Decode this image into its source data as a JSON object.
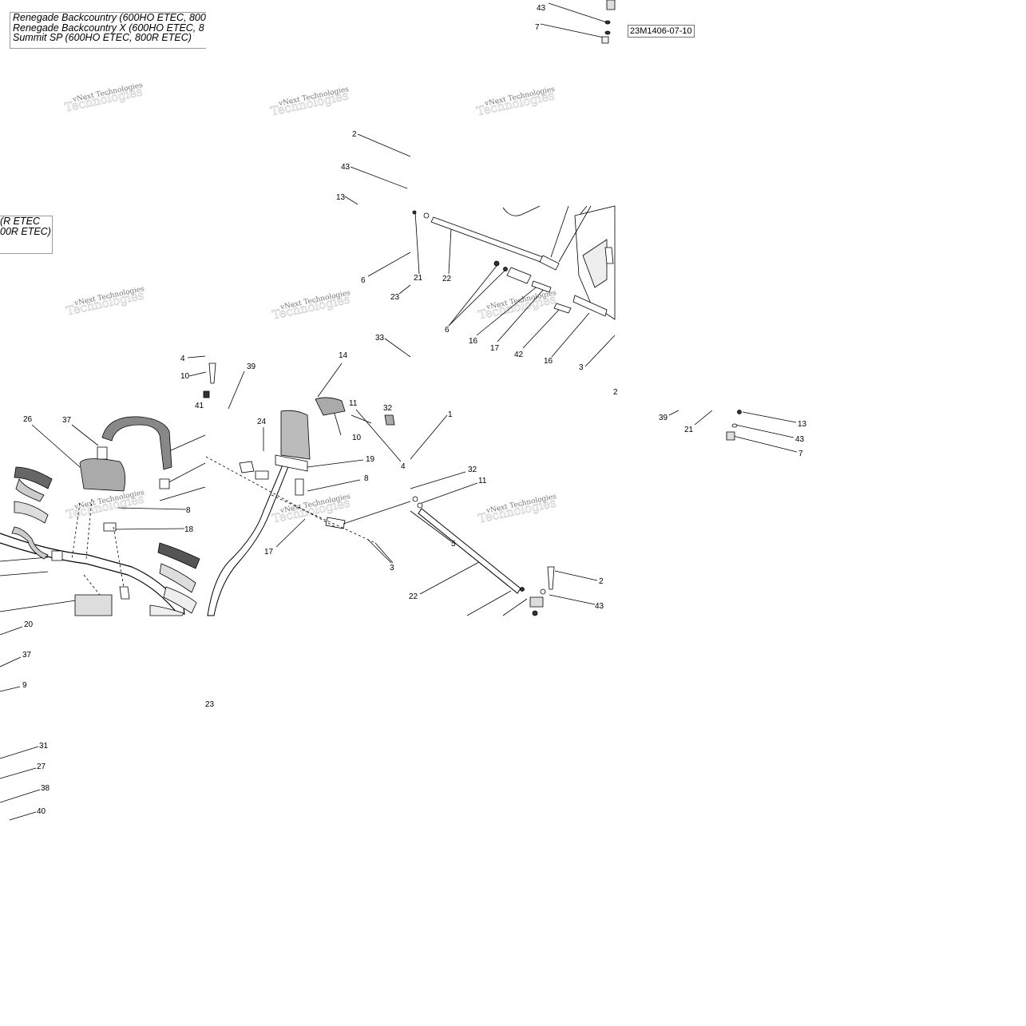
{
  "legend_top": [
    "Renegade Backcountry (600HO ETEC, 800",
    "Renegade Backcountry X (600HO ETEC, 8",
    "Summit SP (600HO ETEC, 800R ETEC)"
  ],
  "legend_left": [
    "R ETEC)",
    "00R ETEC)"
  ],
  "diagram_code": "23M1406-07-10",
  "watermark": "vNext Technologies",
  "callouts": [
    {
      "id": "c-43a",
      "text": "43"
    },
    {
      "id": "c-7a",
      "text": "7"
    },
    {
      "id": "c-2a",
      "text": "2"
    },
    {
      "id": "c-43b",
      "text": "43"
    },
    {
      "id": "c-13a",
      "text": "13"
    },
    {
      "id": "c-6a",
      "text": "6"
    },
    {
      "id": "c-21a",
      "text": "21"
    },
    {
      "id": "c-22a",
      "text": "22"
    },
    {
      "id": "c-23a",
      "text": "23"
    },
    {
      "id": "c-6b",
      "text": "6"
    },
    {
      "id": "c-16a",
      "text": "16"
    },
    {
      "id": "c-17a",
      "text": "17"
    },
    {
      "id": "c-42",
      "text": "42"
    },
    {
      "id": "c-16b",
      "text": "16"
    },
    {
      "id": "c-3a",
      "text": "3"
    },
    {
      "id": "c-2b",
      "text": "2"
    },
    {
      "id": "c-33",
      "text": "33"
    },
    {
      "id": "c-4a",
      "text": "4"
    },
    {
      "id": "c-10a",
      "text": "10"
    },
    {
      "id": "c-41",
      "text": "41"
    },
    {
      "id": "c-39a",
      "text": "39"
    },
    {
      "id": "c-14",
      "text": "14"
    },
    {
      "id": "c-11a",
      "text": "11"
    },
    {
      "id": "c-32a",
      "text": "32"
    },
    {
      "id": "c-10b",
      "text": "10"
    },
    {
      "id": "c-1",
      "text": "1"
    },
    {
      "id": "c-4b",
      "text": "4"
    },
    {
      "id": "c-26",
      "text": "26"
    },
    {
      "id": "c-37a",
      "text": "37"
    },
    {
      "id": "c-24",
      "text": "24"
    },
    {
      "id": "c-19",
      "text": "19"
    },
    {
      "id": "c-8a",
      "text": "8"
    },
    {
      "id": "c-32b",
      "text": "32"
    },
    {
      "id": "c-11b",
      "text": "11"
    },
    {
      "id": "c-8b",
      "text": "8"
    },
    {
      "id": "c-18",
      "text": "18"
    },
    {
      "id": "c-17b",
      "text": "17"
    },
    {
      "id": "c-5",
      "text": "5"
    },
    {
      "id": "c-3b",
      "text": "3"
    },
    {
      "id": "c-2c",
      "text": "2"
    },
    {
      "id": "c-22b",
      "text": "22"
    },
    {
      "id": "c-43c",
      "text": "43"
    },
    {
      "id": "c-20",
      "text": "20"
    },
    {
      "id": "c-37b",
      "text": "37"
    },
    {
      "id": "c-9",
      "text": "9"
    },
    {
      "id": "c-23b",
      "text": "23"
    },
    {
      "id": "c-31",
      "text": "31"
    },
    {
      "id": "c-27",
      "text": "27"
    },
    {
      "id": "c-38",
      "text": "38"
    },
    {
      "id": "c-40",
      "text": "40"
    },
    {
      "id": "c-39b",
      "text": "39"
    },
    {
      "id": "c-21b",
      "text": "21"
    },
    {
      "id": "c-13b",
      "text": "13"
    },
    {
      "id": "c-43d",
      "text": "43"
    },
    {
      "id": "c-7b",
      "text": "7"
    }
  ]
}
